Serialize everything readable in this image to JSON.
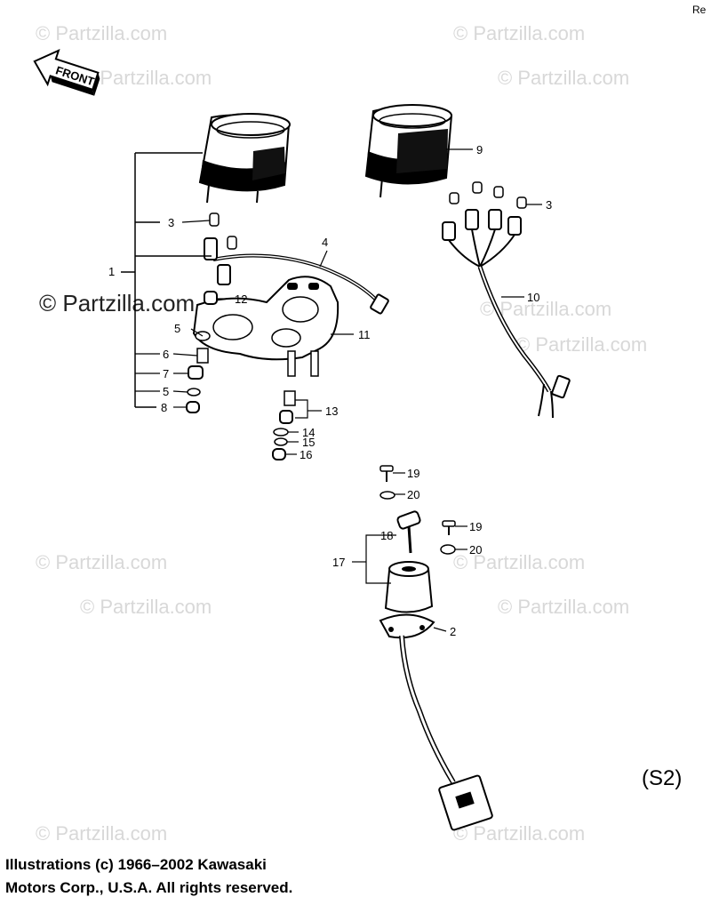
{
  "corner_text": "Re",
  "front_arrow_label": "FRONT",
  "section_code": "(S2)",
  "watermark_text": "© Partzilla.com",
  "copyright": {
    "line1": "Illustrations (c) 1966–2002 Kawasaki",
    "line2": "Motors Corp., U.S.A.  All rights reserved."
  },
  "callouts": {
    "c1": "1",
    "c2": "2",
    "c3a": "3",
    "c3b": "3",
    "c4": "4",
    "c5a": "5",
    "c5b": "5",
    "c6": "6",
    "c7": "7",
    "c8": "8",
    "c9": "9",
    "c10": "10",
    "c11": "11",
    "c12": "12",
    "c13": "13",
    "c14": "14",
    "c15": "15",
    "c16": "16",
    "c17": "17",
    "c18": "18",
    "c19a": "19",
    "c19b": "19",
    "c20a": "20",
    "c20b": "20"
  },
  "colors": {
    "ink": "#000000",
    "watermark": "#d8d8d8"
  }
}
